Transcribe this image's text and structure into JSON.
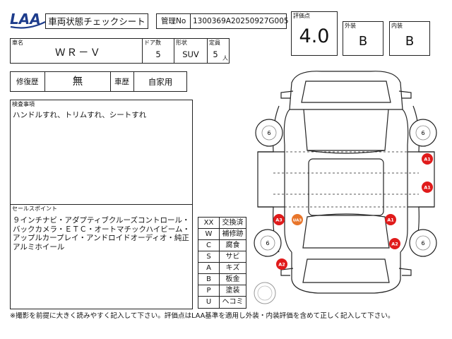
{
  "header": {
    "logo_text": "LAA",
    "sheet_title": "車両状態チェックシート",
    "mgmt_label": "管理No",
    "mgmt_value": "1300369A20250927G005"
  },
  "grades": {
    "overall_label": "評価点",
    "overall_value": "4.0",
    "exterior_label": "外装",
    "exterior_value": "B",
    "interior_label": "内装",
    "interior_value": "B"
  },
  "vehicle": {
    "name_label": "車名",
    "name_value": "ＷＲ－Ｖ",
    "doors_label": "ドア数",
    "doors_value": "5",
    "body_label": "形状",
    "body_value": "SUV",
    "capacity_label": "定員",
    "capacity_value": "5",
    "capacity_unit": "人"
  },
  "history": {
    "repair_label": "修復歴",
    "repair_value": "無",
    "usage_label": "車歴",
    "usage_value": "自家用"
  },
  "inspection": {
    "label": "検査事項",
    "text": "ハンドルすれ、トリムすれ、シートすれ"
  },
  "sales_points": {
    "label": "セールスポイント",
    "text": "９インチナビ・アダプティブクルーズコントロール・バックカメラ・ＥＴＣ・オートマチックハイビーム・アップルカープレイ・アンドロイドオーディオ・純正アルミホイール"
  },
  "legend": [
    {
      "code": "XX",
      "desc": "交換済"
    },
    {
      "code": "W",
      "desc": "補修跡"
    },
    {
      "code": "C",
      "desc": "腐食"
    },
    {
      "code": "S",
      "desc": "サビ"
    },
    {
      "code": "A",
      "desc": "キズ"
    },
    {
      "code": "B",
      "desc": "板金"
    },
    {
      "code": "P",
      "desc": "塗装"
    },
    {
      "code": "U",
      "desc": "ヘコミ"
    }
  ],
  "diagram": {
    "tire_labels": [
      "6",
      "6",
      "6",
      "6"
    ],
    "markers": [
      {
        "code": "A1",
        "color": "#e01b1b"
      },
      {
        "code": "A1",
        "color": "#e01b1b"
      },
      {
        "code": "A1",
        "color": "#e01b1b"
      },
      {
        "code": "A2",
        "color": "#e01b1b"
      },
      {
        "code": "A2",
        "color": "#e01b1b"
      },
      {
        "code": "A3",
        "color": "#e01b1b"
      },
      {
        "code": "UA3",
        "color": "#e8752a"
      }
    ]
  },
  "footer": {
    "note": "※撮影を前提に大きく読みやすく記入して下さい。評価点はLAA基準を適用し外装・内装評価を含めて正しく記入して下さい。"
  }
}
